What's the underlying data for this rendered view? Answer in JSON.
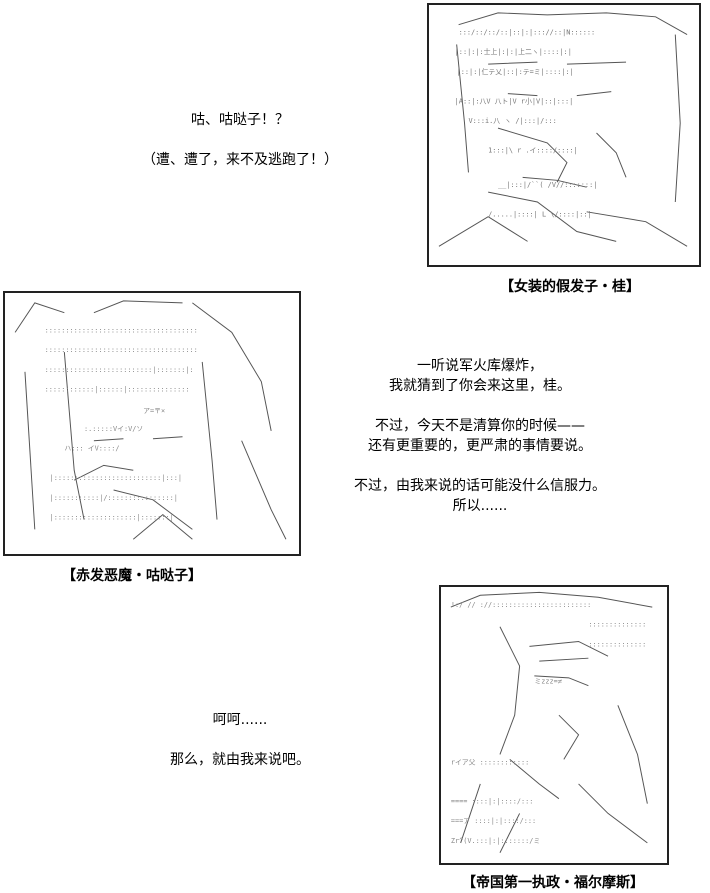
{
  "panels": {
    "katsura": {
      "caption": "【女装的假发子・桂】"
    },
    "gutako": {
      "caption": "【赤发恶魔・咕哒子】"
    },
    "holmes": {
      "caption": "【帝国第一执政・福尔摩斯】"
    }
  },
  "dialogs": {
    "d1": [
      "咕、咕哒子！？",
      "（遭、遭了，来不及逃跑了！）"
    ],
    "d2": [
      "一听说军火库爆炸，",
      "我就猜到了你会来这里，桂。",
      "不过，今天不是清算你的时候——",
      "还有更重要的，更严肃的事情要说。",
      "不过，由我来说的话可能没什么信服力。",
      "所以......"
    ],
    "d3": [
      "呵呵......",
      "那么，就由我来说吧。"
    ]
  }
}
